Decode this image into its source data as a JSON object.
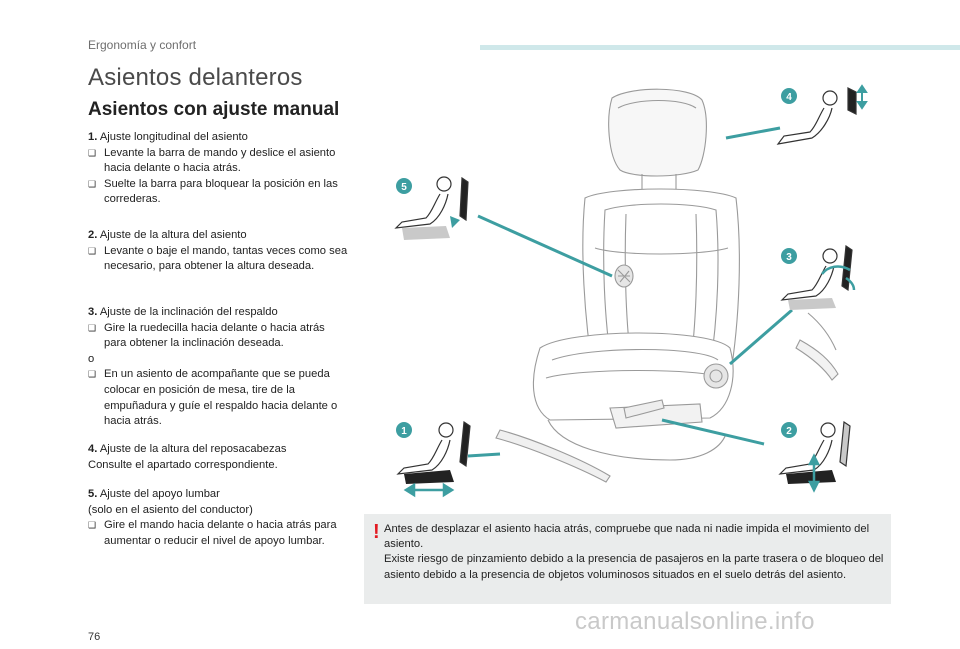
{
  "header": {
    "section": "Ergonomía y confort"
  },
  "title": "Asientos delanteros",
  "subtitle": "Asientos con ajuste manual",
  "items": [
    {
      "num": "1.",
      "title": "Ajuste longitudinal del asiento",
      "lines": [
        {
          "kind": "bullet",
          "text": "Levante la barra de mando y deslice el asiento hacia delante o hacia atrás."
        },
        {
          "kind": "bullet",
          "text": "Suelte la barra para bloquear la posición en las correderas."
        }
      ]
    },
    {
      "num": "2.",
      "title": "Ajuste de la altura del asiento",
      "lines": [
        {
          "kind": "bullet",
          "text": "Levante o baje el mando, tantas veces como sea necesario, para obtener la altura deseada."
        }
      ]
    },
    {
      "num": "3.",
      "title": "Ajuste de la inclinación del respaldo",
      "lines": [
        {
          "kind": "bullet",
          "text": "Gire la ruedecilla hacia delante o hacia atrás para obtener la inclinación deseada."
        },
        {
          "kind": "plain",
          "text": "o"
        },
        {
          "kind": "bullet",
          "text": "En un asiento de acompañante que se pueda colocar en posición de mesa, tire de la empuñadura y guíe el respaldo hacia delante o hacia atrás."
        }
      ]
    },
    {
      "num": "4.",
      "title": "Ajuste de la altura del reposacabezas",
      "lines": [
        {
          "kind": "plain",
          "text": "Consulte el apartado correspondiente."
        }
      ]
    },
    {
      "num": "5.",
      "title": "Ajuste del apoyo lumbar",
      "lines": [
        {
          "kind": "plain",
          "text": "(solo en el asiento del conductor)"
        },
        {
          "kind": "bullet",
          "text": "Gire el mando hacia delante o hacia atrás para aumentar o reducir el nivel de apoyo lumbar."
        }
      ]
    }
  ],
  "callouts": [
    "1",
    "2",
    "3",
    "4",
    "5"
  ],
  "warning": {
    "mark": "!",
    "lines": [
      "Antes de desplazar el asiento hacia atrás, compruebe que nada ni nadie impida el movimiento del asiento.",
      "Existe riesgo de pinzamiento debido a la presencia de pasajeros en la parte trasera o de bloqueo del asiento debido a la presencia de objetos voluminosos situados en el suelo detrás del asiento."
    ]
  },
  "footer": {
    "page_number": "76",
    "watermark": "carmanualsonline.info"
  },
  "colors": {
    "accent": "#3d9ea1",
    "warning": "#e21a22",
    "header_bar": "#cfe8ea",
    "warn_bg": "#eaecec"
  },
  "icons": [
    "seat-icon",
    "person-silhouette-icon",
    "arrow-icon",
    "warning-icon"
  ]
}
